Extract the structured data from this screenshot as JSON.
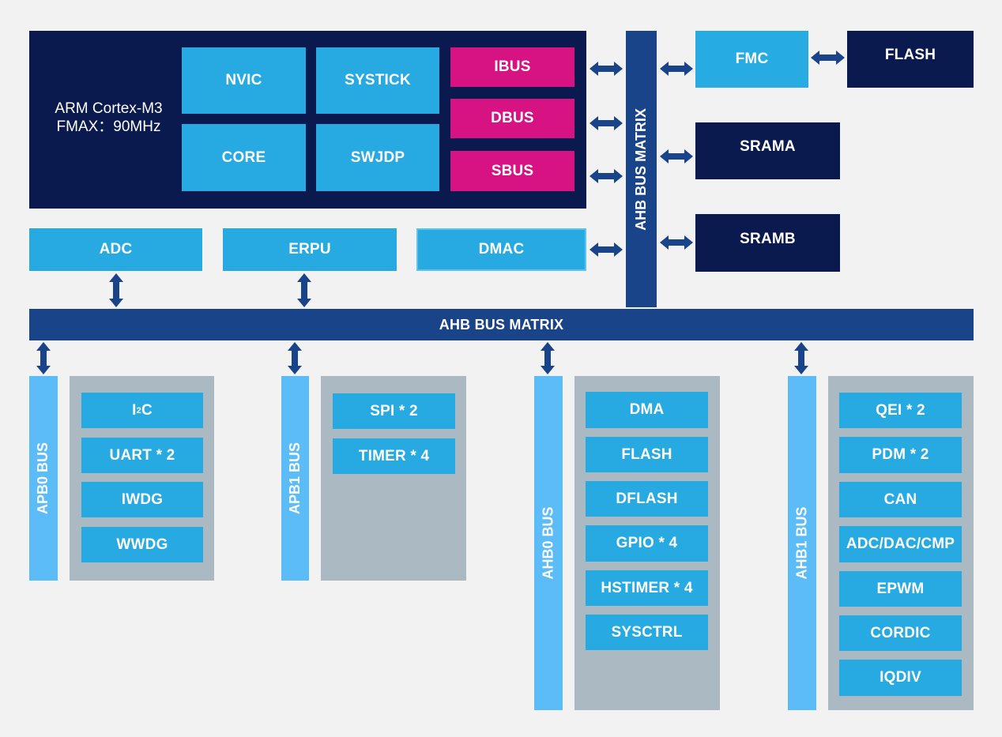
{
  "cpu": {
    "name": "ARM Cortex-M3",
    "fmax": "FMAX：90MHz",
    "blocks": [
      "NVIC",
      "SYSTICK",
      "CORE",
      "SWJDP"
    ],
    "buses": [
      "IBUS",
      "DBUS",
      "SBUS"
    ]
  },
  "ahb_matrix_vertical": "AHB BUS MATRIX",
  "ahb_matrix_horizontal": "AHB BUS MATRIX",
  "memory": {
    "fmc": "FMC",
    "flash": "FLASH",
    "srama": "SRAMA",
    "sramb": "SRAMB"
  },
  "masters": {
    "adc": "ADC",
    "erpu": "ERPU",
    "dmac": "DMAC"
  },
  "buses": {
    "apb0": {
      "name": "APB0 BUS",
      "peripherals": [
        {
          "base": "I",
          "sup": "2",
          "rest": "C"
        },
        {
          "base": "UART * 2"
        },
        {
          "base": "IWDG"
        },
        {
          "base": "WWDG"
        }
      ]
    },
    "apb1": {
      "name": "APB1 BUS",
      "peripherals": [
        {
          "base": "SPI * 2"
        },
        {
          "base": "TIMER * 4"
        }
      ]
    },
    "ahb0": {
      "name": "AHB0 BUS",
      "peripherals": [
        {
          "base": "DMA"
        },
        {
          "base": "FLASH"
        },
        {
          "base": "DFLASH"
        },
        {
          "base": "GPIO * 4"
        },
        {
          "base": "HSTIMER * 4"
        },
        {
          "base": "SYSCTRL"
        }
      ]
    },
    "ahb1": {
      "name": "AHB1 BUS",
      "peripherals": [
        {
          "base": "QEI * 2"
        },
        {
          "base": "PDM * 2"
        },
        {
          "base": "CAN"
        },
        {
          "base": "ADC/DAC/CMP"
        },
        {
          "base": "EPWM"
        },
        {
          "base": "CORDIC"
        },
        {
          "base": "IQDIV"
        }
      ]
    }
  },
  "colors": {
    "navy": "#0a1a4e",
    "cyan": "#27a9e1",
    "magenta": "#d71383",
    "matrix": "#1a4489",
    "bus": "#5bbcf8",
    "panel": "#aab9c2",
    "background": "#f2f2f2"
  }
}
